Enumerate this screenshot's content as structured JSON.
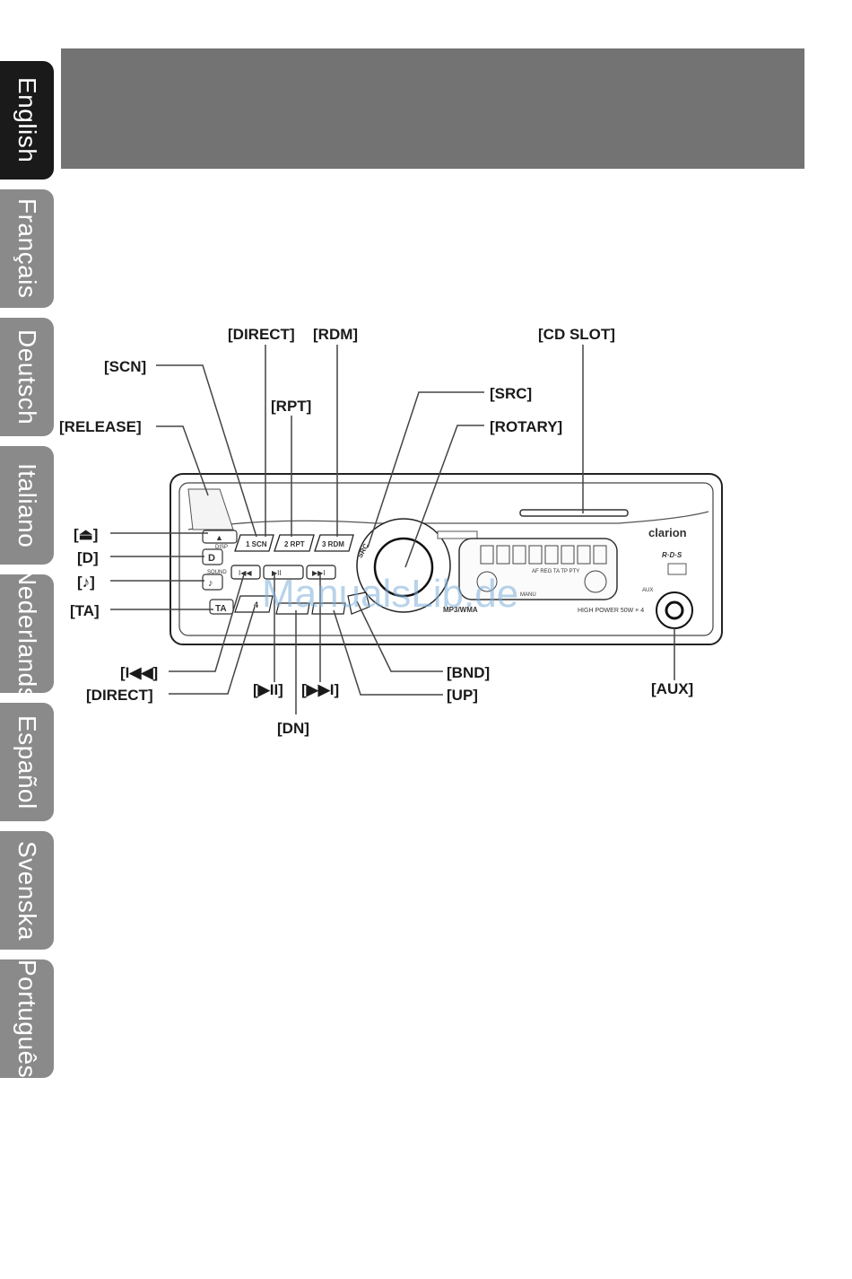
{
  "language_tabs": [
    {
      "label": "English",
      "active": true
    },
    {
      "label": "Français",
      "active": false
    },
    {
      "label": "Deutsch",
      "active": false
    },
    {
      "label": "Italiano",
      "active": false
    },
    {
      "label": "Nederlands",
      "active": false
    },
    {
      "label": "Español",
      "active": false
    },
    {
      "label": "Svenska",
      "active": false
    },
    {
      "label": "Português",
      "active": false
    }
  ],
  "callouts": {
    "direct_top": "[DIRECT]",
    "rdm": "[RDM]",
    "cd_slot": "[CD SLOT]",
    "scn": "[SCN]",
    "rpt": "[RPT]",
    "src": "[SRC]",
    "release": "[RELEASE]",
    "rotary": "[ROTARY]",
    "eject": "[⏏]",
    "d": "[D]",
    "sound": "[♪]",
    "ta": "[TA]",
    "prev": "[I◀◀]",
    "direct_bottom": "[DIRECT]",
    "play_pause": "[▶II]",
    "next": "[▶▶I]",
    "dn": "[DN]",
    "bnd": "[BND]",
    "up": "[UP]",
    "aux": "[AUX]"
  },
  "device": {
    "brand": "clarion",
    "rds": "R·D·S",
    "format": "MP3/WMA",
    "power": "HIGH POWER 50W × 4",
    "aux_label": "AUX",
    "display_flags": "AF REG TA TP PTY",
    "manu": "MANU",
    "buttons": {
      "b1": "1 SCN",
      "b2": "2 RPT",
      "b3": "3 RDM",
      "b4": "4",
      "disp": "DISP",
      "sound": "SOUND",
      "d": "D",
      "ta": "TA",
      "src": "SRC"
    }
  },
  "watermark": "ManualsLib.de"
}
